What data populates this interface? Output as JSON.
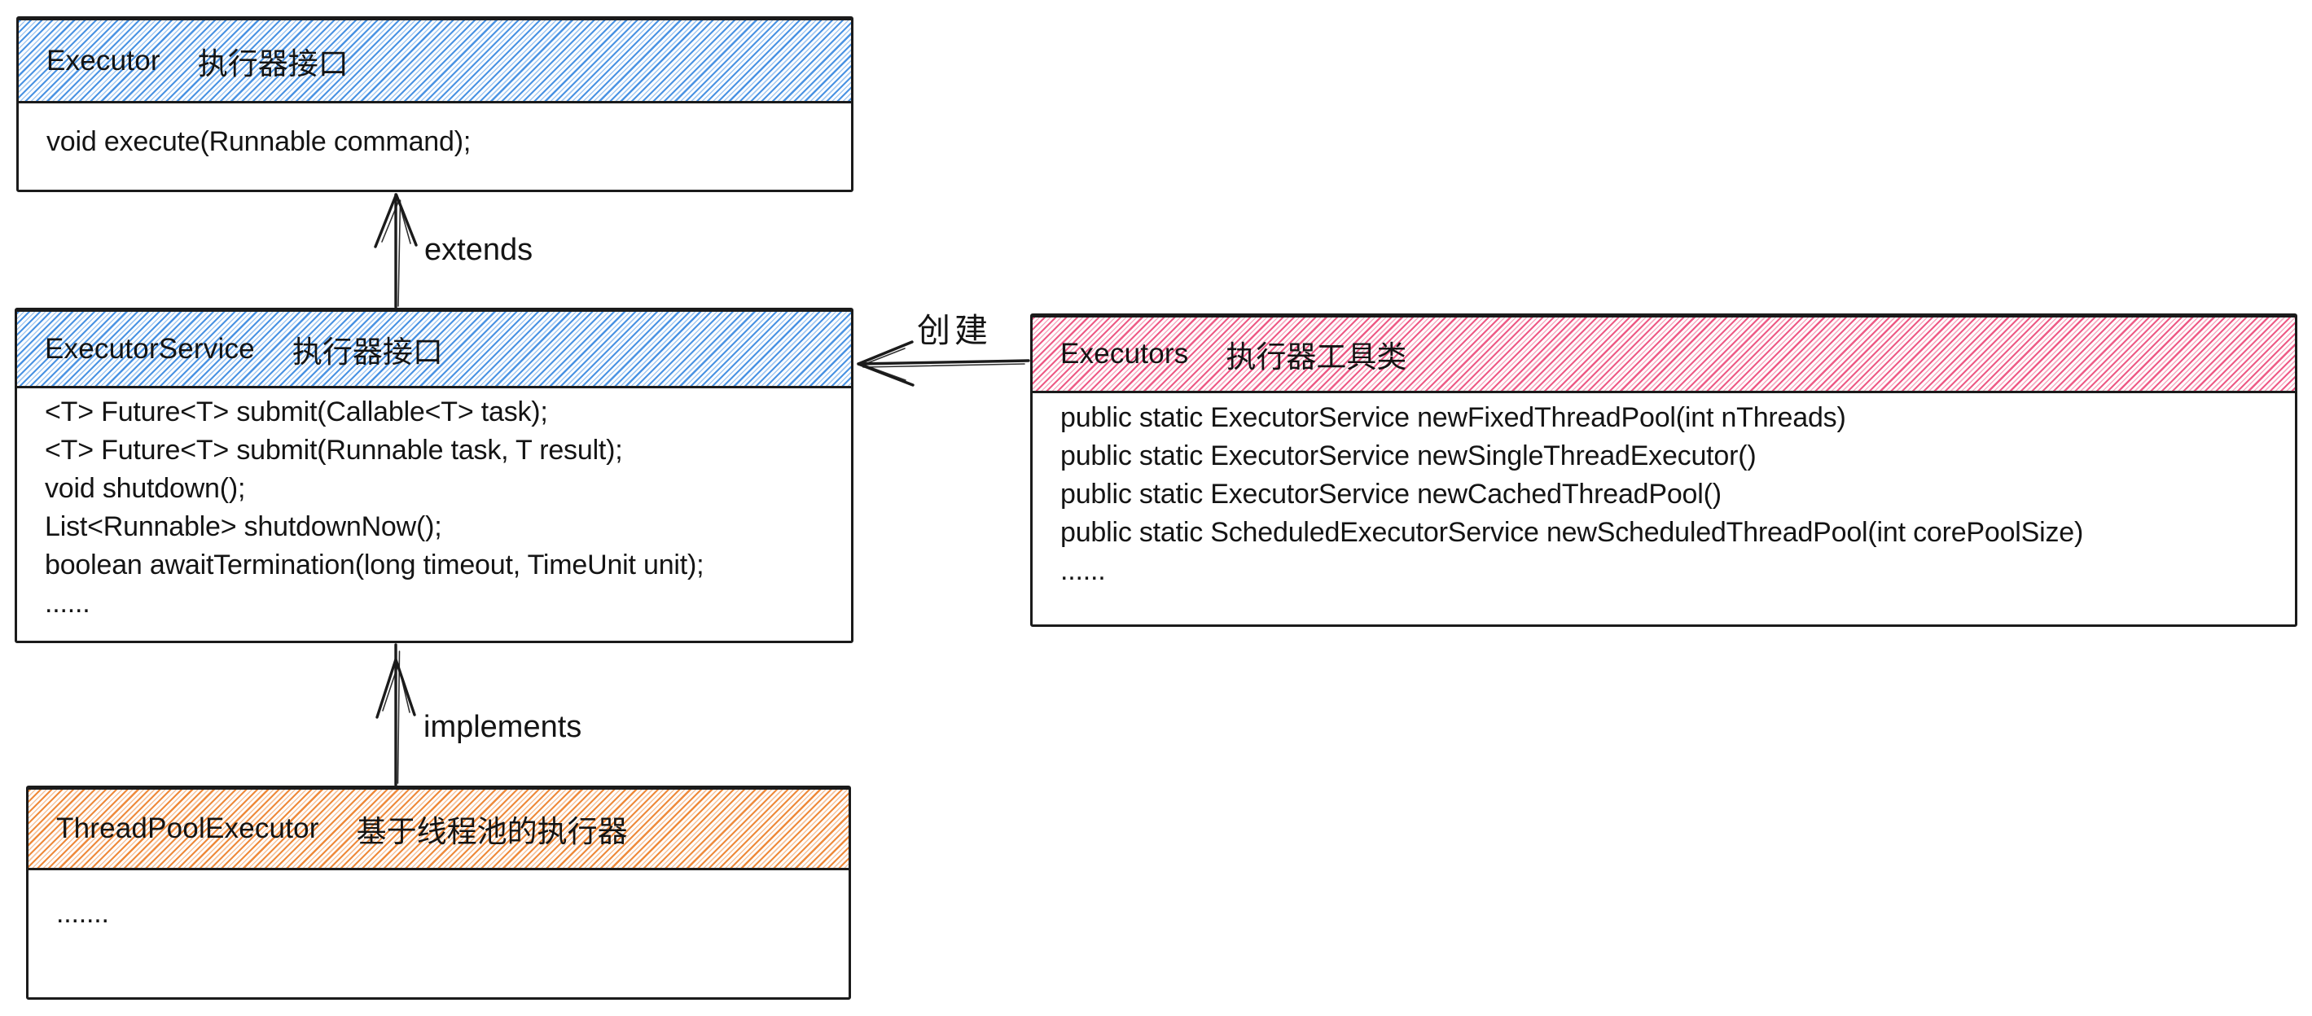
{
  "diagram": {
    "boxes": {
      "executor": {
        "name": "Executor",
        "subtitle": "执行器接口",
        "methods": [
          "void execute(Runnable command);"
        ]
      },
      "executorService": {
        "name": "ExecutorService",
        "subtitle": "执行器接口",
        "methods": [
          "<T> Future<T> submit(Callable<T> task);",
          "<T> Future<T> submit(Runnable task, T result);",
          "void shutdown();",
          "List<Runnable> shutdownNow();",
          "boolean awaitTermination(long timeout, TimeUnit unit);",
          "......"
        ]
      },
      "executors": {
        "name": "Executors",
        "subtitle": "执行器工具类",
        "methods": [
          "public static ExecutorService newFixedThreadPool(int nThreads)",
          "public static ExecutorService newSingleThreadExecutor()",
          "public static ExecutorService newCachedThreadPool()",
          "public static ScheduledExecutorService newScheduledThreadPool(int corePoolSize)",
          "......"
        ]
      },
      "threadPoolExecutor": {
        "name": "ThreadPoolExecutor",
        "subtitle": "基于线程池的执行器",
        "methods": [
          "......."
        ]
      }
    },
    "labels": {
      "extends": "extends",
      "implements": "implements",
      "create": "创建"
    },
    "colors": {
      "interface_hatch": "#4a93e3",
      "utility_hatch": "#ee5a86",
      "class_hatch": "#ee8a3b",
      "line": "#1b1b1b"
    }
  }
}
